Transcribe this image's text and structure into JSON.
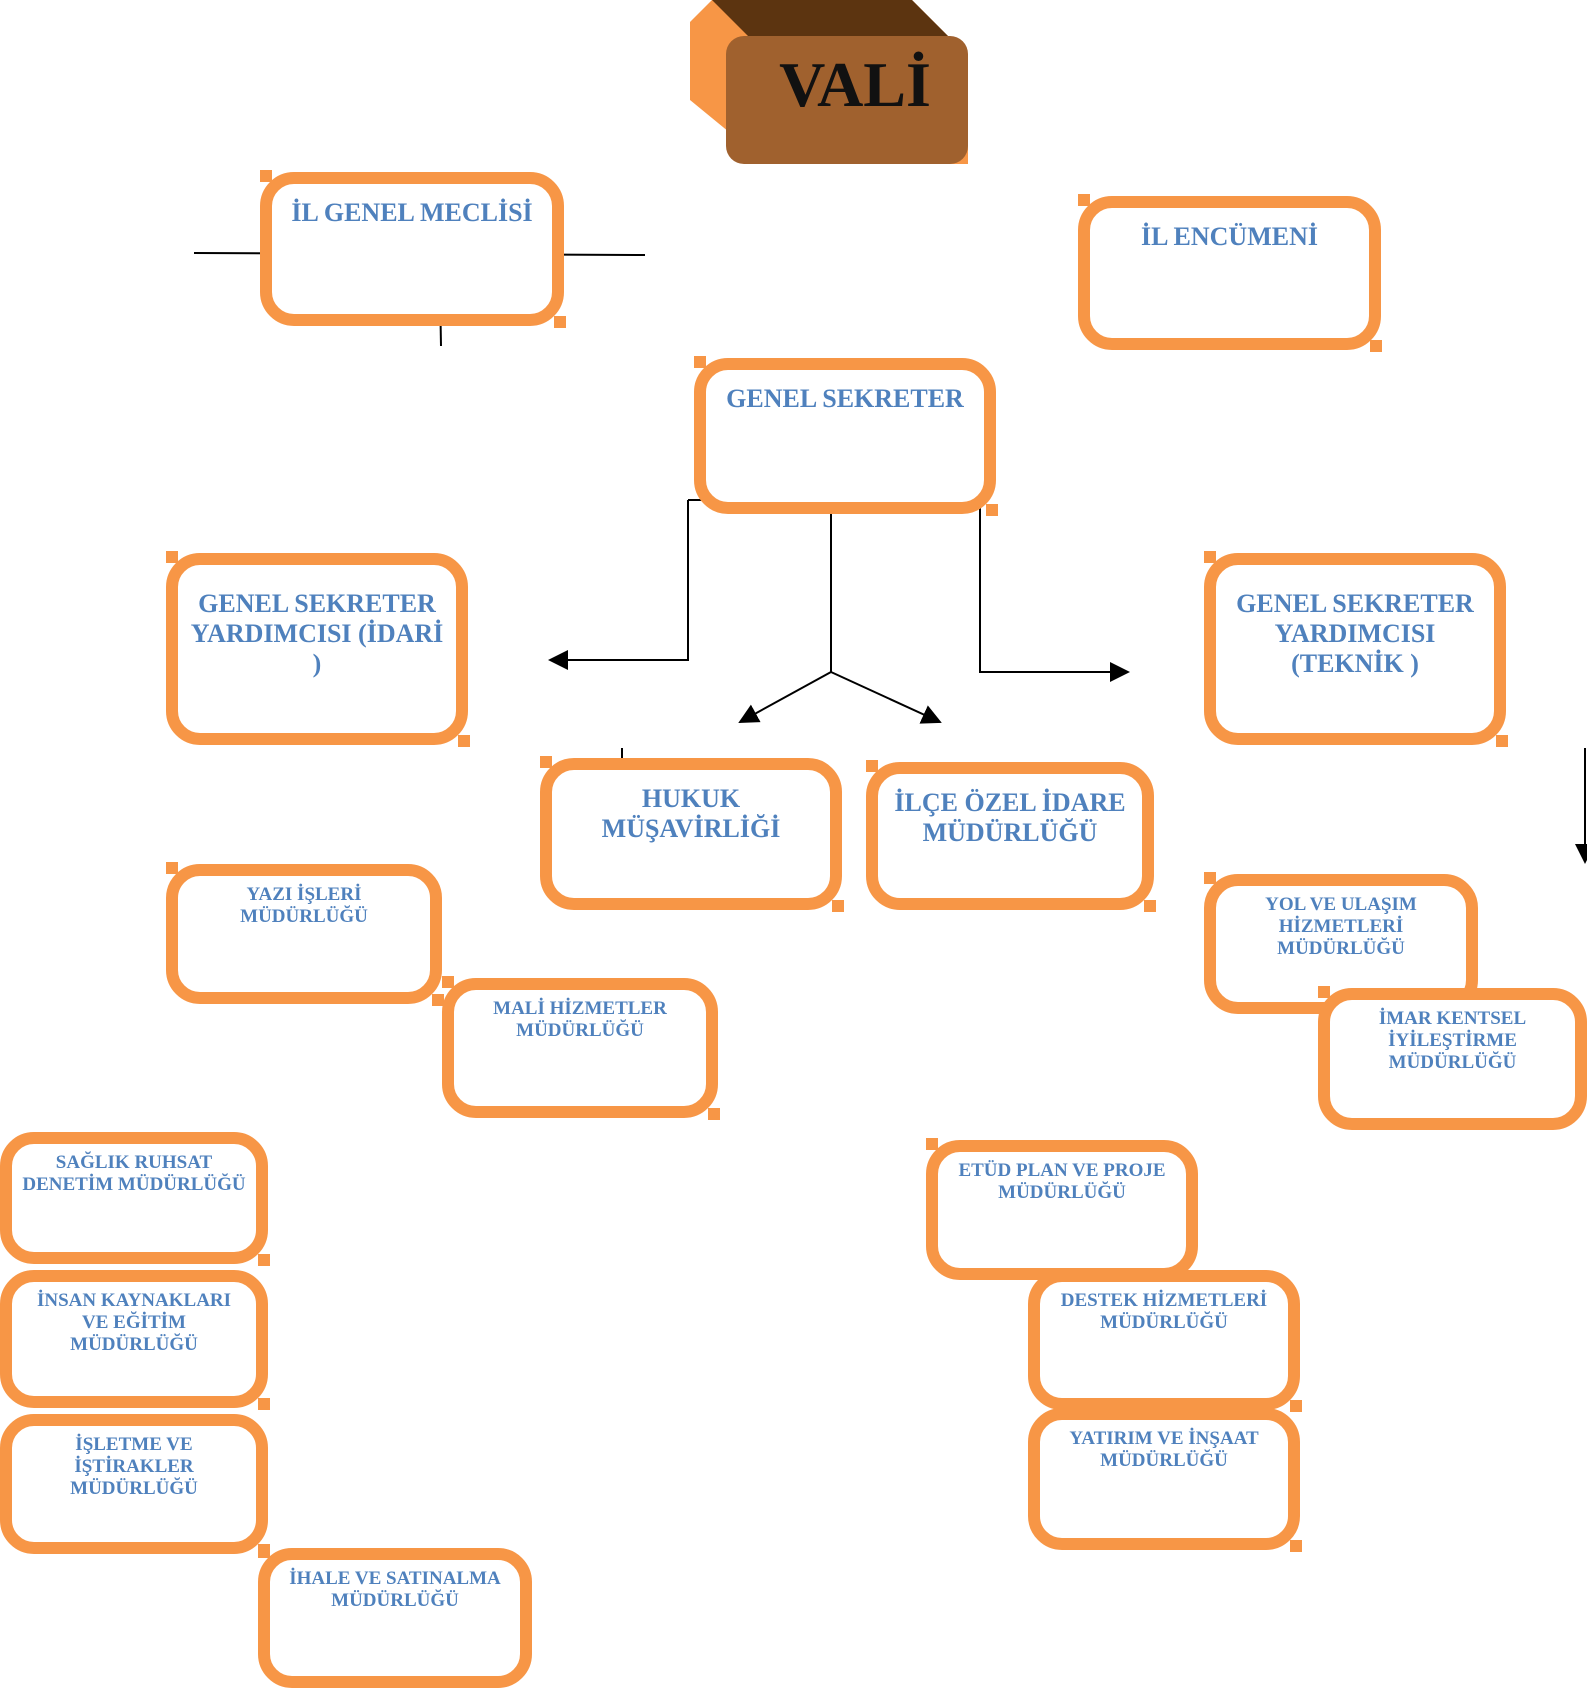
{
  "top": {
    "label": "VALİ"
  },
  "council": {
    "label": "İL GENEL MECLİSİ"
  },
  "committee": {
    "label": "İL ENCÜMENİ"
  },
  "secretary": {
    "label": "GENEL SEKRETER"
  },
  "deputy_admin": {
    "label": "GENEL SEKRETER YARDIMCISI (İDARİ )"
  },
  "deputy_tech": {
    "label": "GENEL SEKRETER YARDIMCISI (TEKNİK )"
  },
  "legal": {
    "label": "HUKUK MÜŞAVİRLİĞİ"
  },
  "district": {
    "label": "İLÇE ÖZEL İDARE MÜDÜRLÜĞÜ"
  },
  "admin_units": [
    {
      "label": "YAZI İŞLERİ MÜDÜRLÜĞÜ"
    },
    {
      "label": "MALİ HİZMETLER MÜDÜRLÜĞÜ"
    },
    {
      "label": "SAĞLIK RUHSAT DENETİM MÜDÜRLÜĞÜ"
    },
    {
      "label": "İNSAN KAYNAKLARI VE  EĞİTİM MÜDÜRLÜĞÜ"
    },
    {
      "label": "İŞLETME VE İŞTİRAKLER MÜDÜRLÜĞÜ"
    },
    {
      "label": "İHALE VE SATINALMA MÜDÜRLÜĞÜ"
    }
  ],
  "tech_units": [
    {
      "label": "YOL VE ULAŞIM HİZMETLERİ MÜDÜRLÜĞÜ"
    },
    {
      "label": "İMAR KENTSEL İYİLEŞTİRME MÜDÜRLÜĞÜ"
    },
    {
      "label": "ETÜD PLAN VE PROJE MÜDÜRLÜĞÜ"
    },
    {
      "label": "DESTEK HİZMETLERİ MÜDÜRLÜĞÜ"
    },
    {
      "label": "YATIRIM VE İNŞAAT MÜDÜRLÜĞÜ"
    }
  ],
  "colors": {
    "box_border": "#f79646",
    "box_text": "#4f81bd",
    "vali_fill": "#a0612e",
    "vali_top": "#5c3410"
  }
}
